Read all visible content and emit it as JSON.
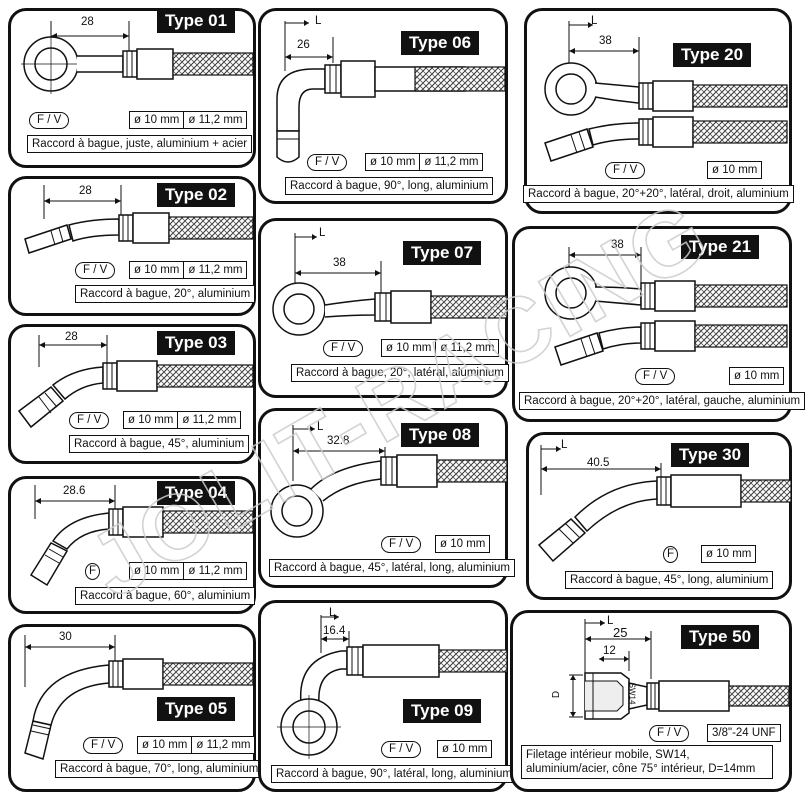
{
  "cards": {
    "t01": {
      "title": "Type 01",
      "dim": "28",
      "code": "F / V",
      "d1": "ø 10 mm",
      "d2": "ø 11,2 mm",
      "desc": "Raccord à bague, juste, aluminium + acier"
    },
    "t02": {
      "title": "Type 02",
      "dim": "28",
      "code": "F / V",
      "d1": "ø 10 mm",
      "d2": "ø 11,2 mm",
      "desc": "Raccord à bague, 20°, aluminium"
    },
    "t03": {
      "title": "Type 03",
      "dim": "28",
      "code": "F / V",
      "d1": "ø 10 mm",
      "d2": "ø 11,2 mm",
      "desc": "Raccord à bague, 45°, aluminium"
    },
    "t04": {
      "title": "Type 04",
      "dim": "28.6",
      "code": "F",
      "d1": "ø 10 mm",
      "d2": "ø 11,2 mm",
      "desc": "Raccord à bague, 60°, aluminium"
    },
    "t05": {
      "title": "Type 05",
      "dim": "30",
      "code": "F / V",
      "d1": "ø 10 mm",
      "d2": "ø 11,2 mm",
      "desc": "Raccord à bague, 70°, long, aluminium"
    },
    "t06": {
      "title": "Type 06",
      "l": "L",
      "dim": "26",
      "code": "F / V",
      "d1": "ø 10 mm",
      "d2": "ø 11,2 mm",
      "desc": "Raccord à bague, 90°, long, aluminium"
    },
    "t07": {
      "title": "Type 07",
      "l": "L",
      "dim": "38",
      "code": "F / V",
      "d1": "ø 10 mm",
      "d2": "ø 11,2 mm",
      "desc": "Raccord à bague, 20°, latéral, aluminium"
    },
    "t08": {
      "title": "Type 08",
      "l": "L",
      "dim": "32.8",
      "code": "F / V",
      "d1": "ø 10 mm",
      "desc": "Raccord à bague, 45°, latéral, long, aluminium"
    },
    "t09": {
      "title": "Type 09",
      "l": "L",
      "dim": "16.4",
      "code": "F / V",
      "d1": "ø 10 mm",
      "desc": "Raccord à bague, 90°, latéral, long, aluminium"
    },
    "t20": {
      "title": "Type 20",
      "l": "L",
      "dim": "38",
      "code": "F / V",
      "d1": "ø 10 mm",
      "desc": "Raccord à bague, 20°+20°, latéral, droit, aluminium"
    },
    "t21": {
      "title": "Type 21",
      "dim": "38",
      "code": "F / V",
      "d1": "ø 10 mm",
      "desc": "Raccord à bague, 20°+20°, latéral, gauche, aluminium"
    },
    "t30": {
      "title": "Type 30",
      "l": "L",
      "dim": "40.5",
      "code": "F",
      "d1": "ø 10 mm",
      "desc": "Raccord à bague, 45°, long, aluminium"
    },
    "t50": {
      "title": "Type 50",
      "l": "L",
      "dim_a": "25",
      "dim_b": "12",
      "dim_d": "D",
      "hex": "SW14",
      "code": "F / V",
      "d1": "3/8\"-24 UNF",
      "desc": "Filetage intérieur mobile, SW14, aluminium/acier, cône 75° intérieur, D=14mm"
    }
  },
  "watermark": "JOLIT-RACING",
  "colors": {
    "ink": "#111111",
    "fitting": "#d8d8d8",
    "braid": "#9a9a9a",
    "watermark": "#cccccc"
  }
}
